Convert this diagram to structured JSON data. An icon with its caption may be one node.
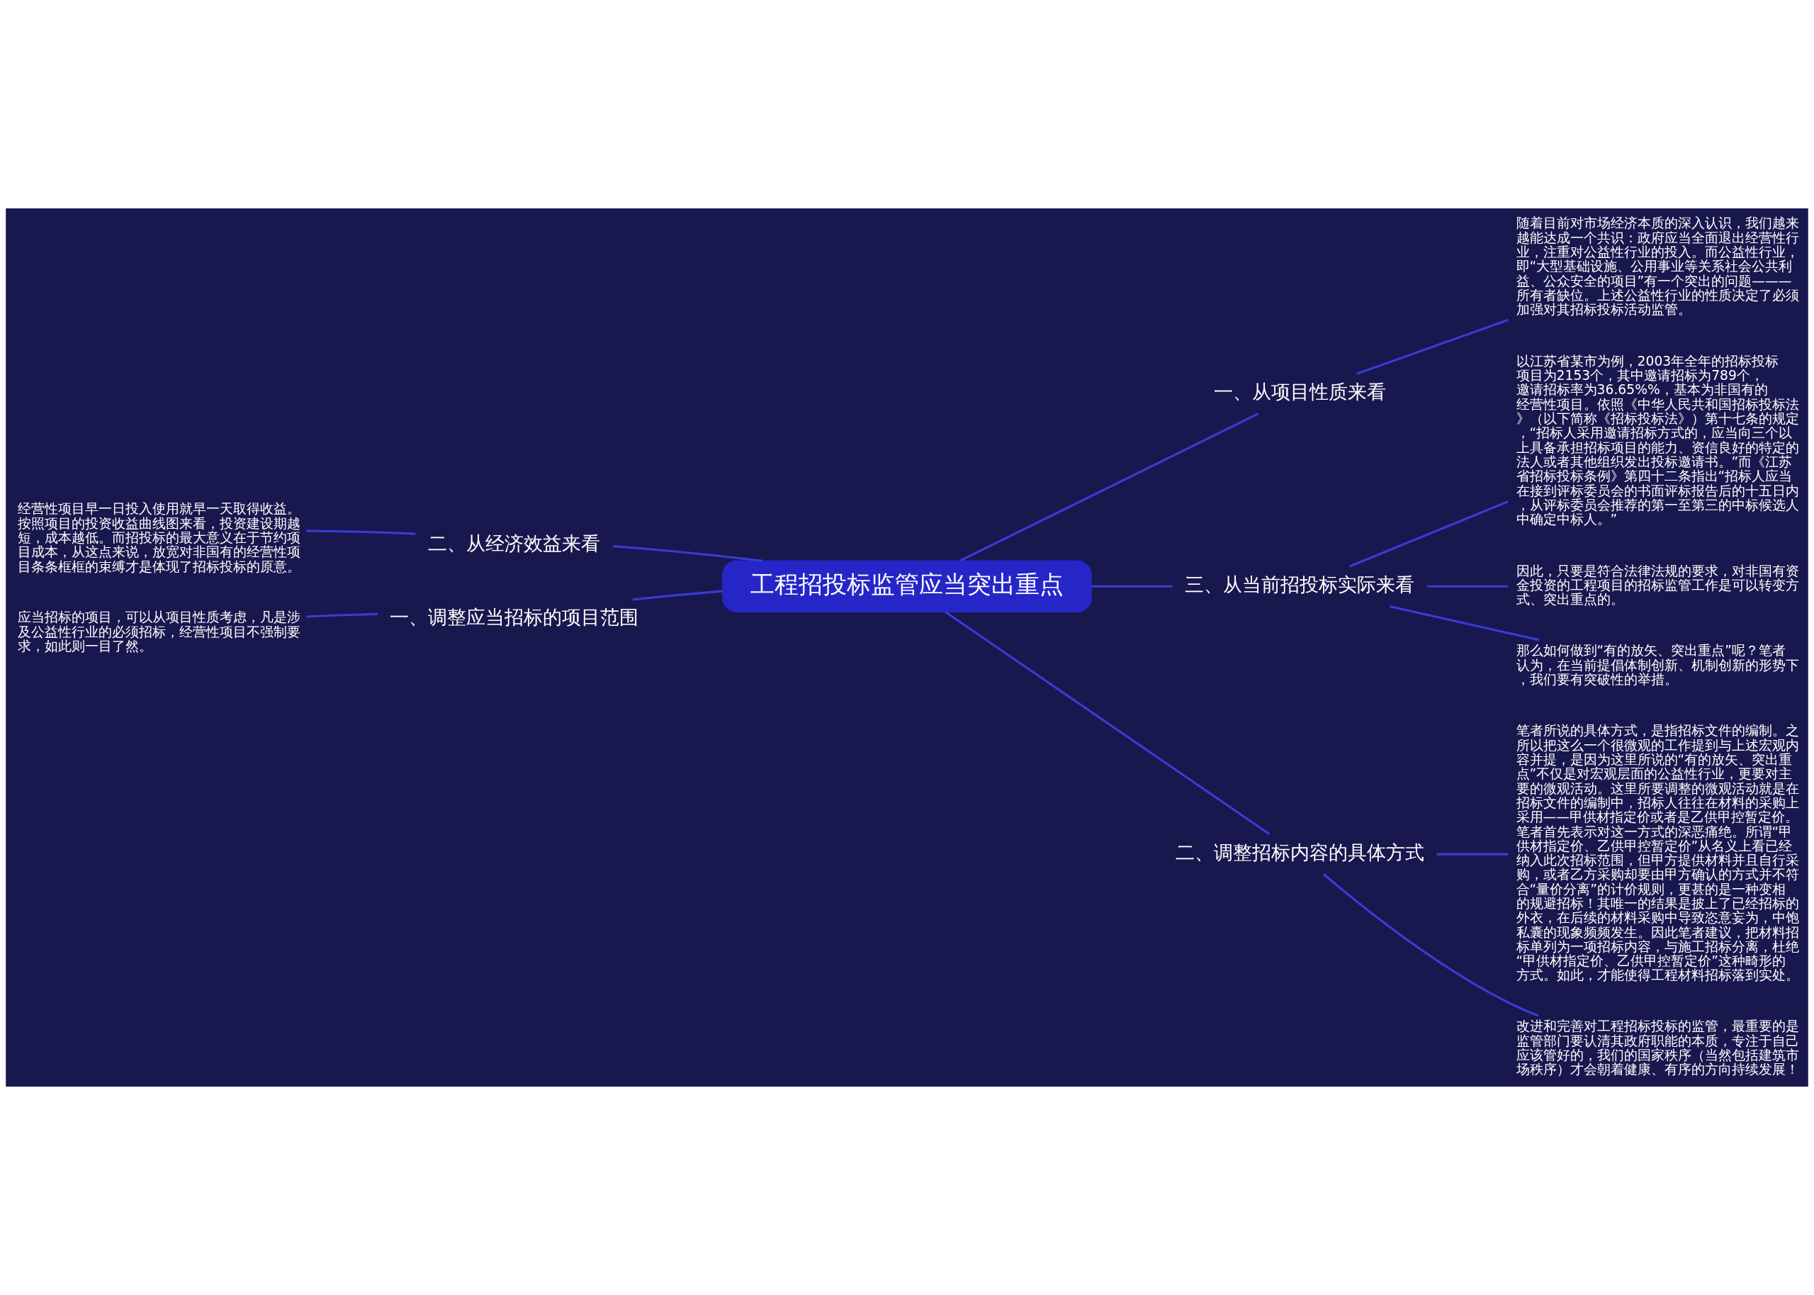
{
  "diagram": {
    "nodes": [
      {
        "text": [
          "工程招投标监管应当突出重点"
        ]
      },
      {
        "text": [
          "一、从项目性质来看"
        ]
      },
      {
        "text": [
          "随着目前对市场经济本质的深入认识，我们越来越能达成一个共识：政府应当全面退出经营性行业，注重对公益性行业的投入。而公益性行业，即“大型基础设施、公用事业等关系社会公共利益、公众安全的项目”有一个突出的问题———所有者缺位。上述公益性行业的性质决定了必须加强对其招标投标活动监管。"
        ]
      },
      {
        "text": [
          "三、从当前招投标实际来看"
        ]
      },
      {
        "text": [
          "以江苏省某市为例，2003年全年的招标投标项目为2153个，其中邀请招标为789个，邀请招标率为36.65%%，基本为非国有的经营性项目。依照《中华人民共和国招标投标法》（以下简称《招标投标法》）第十七条的规定，“招标人采用邀请招标方式的，应当向三个以上具备承担招标项目的能力、资信良好的特定的法人或者其他组织发出投标邀请书。”而《江苏省招标投标条例》第四十二条指出“招标人应当在接到评标委员会的书面评标报告后的十五日内，从评标委员会推荐的第一至第三的中标候选人中确定中标人。”"
        ]
      },
      {
        "text": [
          "因此，只要是符合法律法规的要求，对非国有资金投资的工程项目的招标监管工作是可以转变方式、突出重点的。"
        ]
      },
      {
        "text": [
          "那么如何做到“有的放矢、突出重点”呢？笔者认为，在当前提倡体制创新、机制创新的形势下，我们要有突破性的举措。"
        ]
      },
      {
        "text": [
          "二、调整招标内容的具体方式"
        ]
      },
      {
        "text": [
          "笔者所说的具体方式，是指招标文件的编制。之所以把这么一个很微观的工作提到与上述宏观内容并提，是因为这里所说的“有的放矢、突出重点”不仅是对宏观层面的公益性行业，更要对主要的微观活动。这里所要调整的微观活动就是在招标文件的编制中，招标人往往在材料的采购上采用——甲供材指定价或者是乙供甲控暂定价。笔者首先表示对这一方式的深恶痛绝。所谓“甲供材指定价、乙供甲控暂定价”从名义上看已经纳入此次招标范围，但甲方提供材料并且自行采购，或者乙方采购却要由甲方确认的方式并不符合“量价分离”的计价规则，更甚的是一种变相的规避招标！其唯一的结果是披上了已经招标的外衣，在后续的材料采购中导致恣意妄为，中饱私囊的现象频频发生。因此笔者建议，把材料招标单列为一项招标内容，与施工招标分离，杜绝“甲供材指定价、乙供甲控暂定价”这种畸形的方式。如此，才能使得工程材料招标落到实处。"
        ]
      },
      {
        "text": [
          "改进和完善对工程招标投标的监管，最重要的是监管部门要认清其政府职能的本质，专注于自己应该管好的，我们的国家秩序（当然包括建筑市场秩序）才会朝着健康、有序的方向持续发展！"
        ]
      },
      {
        "text": [
          "二、从经济效益来看"
        ]
      },
      {
        "text": [
          "经营性项目早一日投入使用就早一天取得收益。按照项目的投资收益曲线图来看，投资建设期越短，成本越低。而招投标的最大意义在于节约项目成本，从这点来说，放宽对非国有的经营性项目条条框框的束缚才是体现了招标投标的原意。"
        ]
      },
      {
        "text": [
          "一、调整应当招标的项目范围"
        ]
      },
      {
        "text": [
          "应当招标的项目，可以从项目性质考虑，凡是涉及公益性行业的必须招标，经营性项目不强制要求，如此则一目了然。"
        ]
      }
    ],
    "edges": [
      {
        "from": 0,
        "to": 1,
        "arrow": "none"
      },
      {
        "from": 1,
        "to": 2,
        "arrow": "none"
      },
      {
        "from": 0,
        "to": 3,
        "arrow": "none"
      },
      {
        "from": 3,
        "to": 4,
        "arrow": "none"
      },
      {
        "from": 3,
        "to": 5,
        "arrow": "none"
      },
      {
        "from": 3,
        "to": 6,
        "arrow": "none"
      },
      {
        "from": 0,
        "to": 7,
        "arrow": "none"
      },
      {
        "from": 7,
        "to": 8,
        "arrow": "none"
      },
      {
        "from": 7,
        "to": 9,
        "arrow": "none"
      },
      {
        "from": 0,
        "to": 10,
        "arrow": "none"
      },
      {
        "from": 10,
        "to": 11,
        "arrow": "none"
      },
      {
        "from": 0,
        "to": 12,
        "arrow": "none"
      },
      {
        "from": 12,
        "to": 13,
        "arrow": "none"
      }
    ]
  }
}
